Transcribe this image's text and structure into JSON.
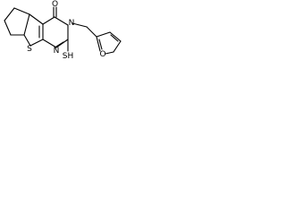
{
  "structure": {
    "atoms": {
      "oxygen_carbonyl": "O",
      "nitrogen_ring": "N",
      "nitrogen_lower": "N",
      "sulfur_thiophene": "S",
      "thiol": "SH",
      "oxygen_furan": "O"
    }
  }
}
